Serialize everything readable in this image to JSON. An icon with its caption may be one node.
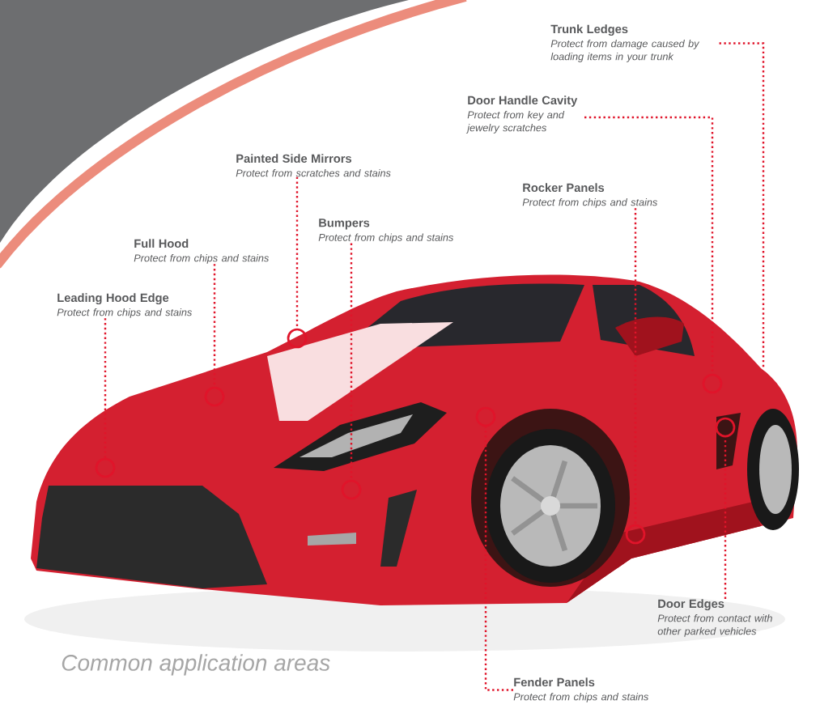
{
  "diagram": {
    "caption": "Common application areas",
    "nodes": [
      {
        "text": [
          "Leading Hood Edge",
          "Protect from chips and stains"
        ]
      },
      {
        "text": [
          "Full Hood",
          "Protect from chips and stains"
        ]
      },
      {
        "text": [
          "Painted Side Mirrors",
          "Protect from scratches and stains"
        ]
      },
      {
        "text": [
          "Bumpers",
          "Protect from chips and stains"
        ]
      },
      {
        "text": [
          "Rocker Panels",
          "Protect from chips and stains"
        ]
      },
      {
        "text": [
          "Door Handle Cavity",
          "Protect from key and jewelry scratches"
        ]
      },
      {
        "text": [
          "Trunk Ledges",
          "Protect from damage caused by loading items in your trunk"
        ]
      },
      {
        "text": [
          "Fender Panels",
          "Protect from chips and stains"
        ]
      },
      {
        "text": [
          "Door Edges",
          "Protect from contact with other parked vehicles"
        ]
      },
      {
        "text": [],
        "shape": "circle"
      },
      {
        "text": [],
        "shape": "circle"
      },
      {
        "text": [],
        "shape": "circle"
      },
      {
        "text": [],
        "shape": "circle"
      },
      {
        "text": [],
        "shape": "circle"
      },
      {
        "text": [],
        "shape": "circle"
      },
      {
        "text": [],
        "shape": "circle"
      },
      {
        "text": [],
        "shape": "circle"
      }
    ],
    "edges": [
      {
        "from": 0,
        "to": 9,
        "arrow": "none"
      },
      {
        "from": 1,
        "to": 10,
        "arrow": "none"
      },
      {
        "from": 2,
        "to": 11,
        "arrow": "none"
      },
      {
        "from": 3,
        "to": 12,
        "arrow": "none"
      },
      {
        "from": 4,
        "to": 14,
        "arrow": "none"
      },
      {
        "from": 5,
        "to": 15,
        "arrow": "none"
      },
      {
        "from": 6,
        "to": null,
        "arrow": "none"
      },
      {
        "from": 7,
        "to": 13,
        "arrow": "none"
      },
      {
        "from": 8,
        "to": 16,
        "arrow": "none"
      }
    ]
  }
}
